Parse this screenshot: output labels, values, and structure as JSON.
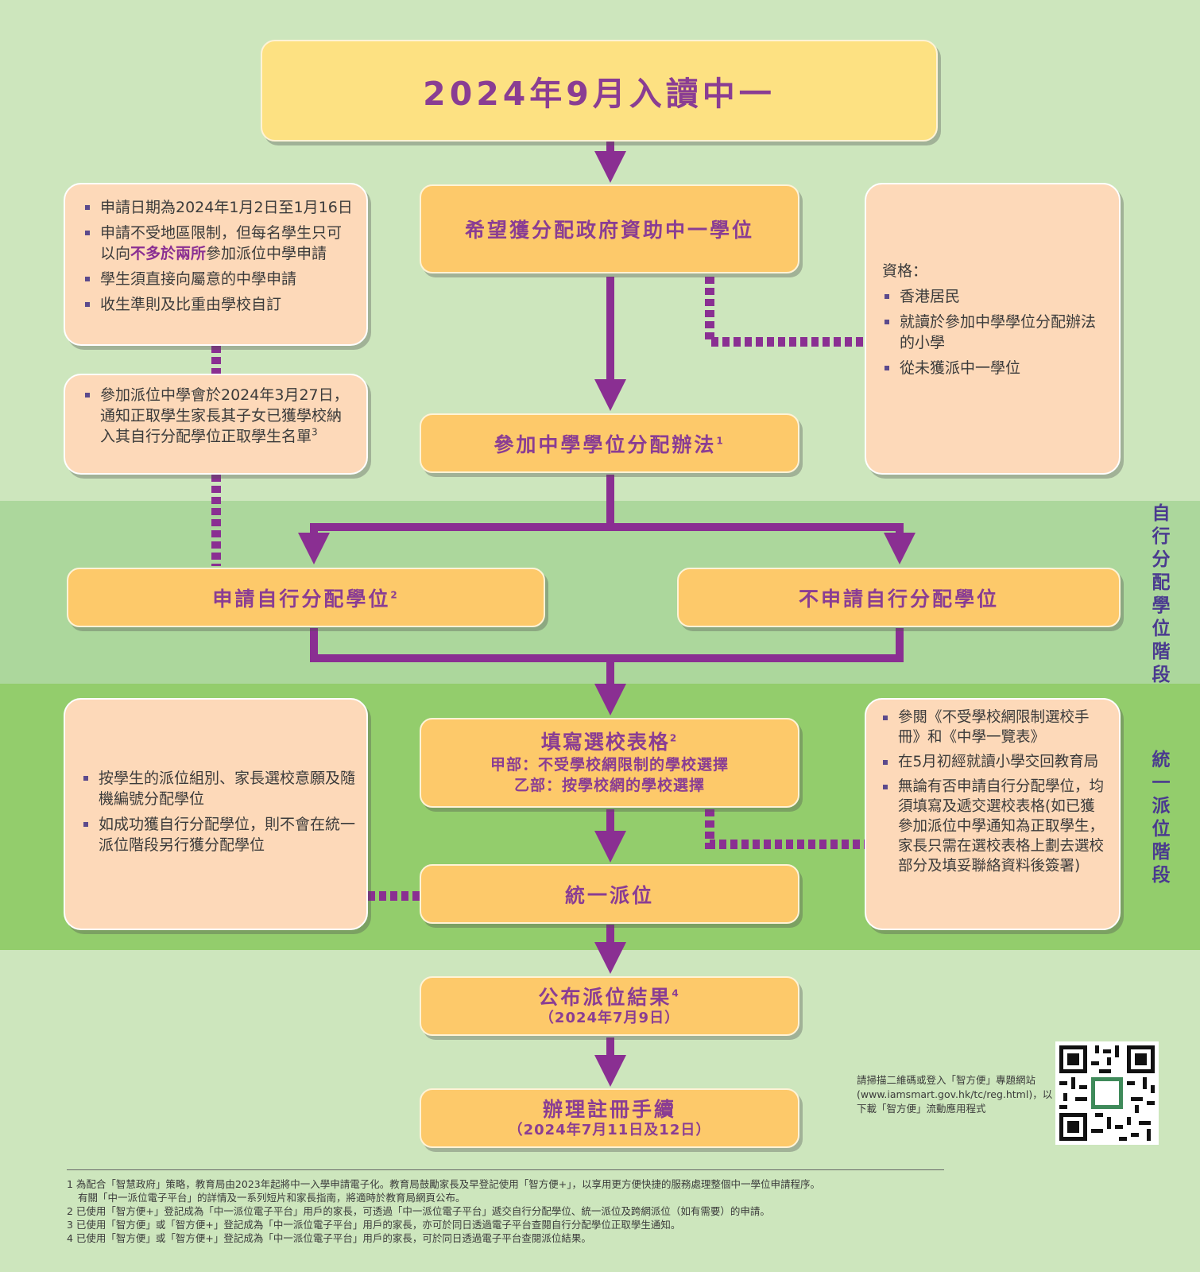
{
  "header": {
    "title": "2024年9月入讀中一"
  },
  "flow": {
    "step1": "希望獲分配政府資助中一學位",
    "step2": "參加中學學位分配辦法",
    "step2_sup": "1",
    "apply_dp": "申請自行分配學位",
    "apply_dp_sup": "2",
    "no_dp": "不申請自行分配學位",
    "choice_form": "填寫選校表格",
    "choice_form_sup": "2",
    "choice_part_a": "甲部：不受學校網限制的學校選擇",
    "choice_part_b": "乙部：按學校網的學校選擇",
    "central": "統一派位",
    "result": "公布派位結果",
    "result_sup": "4",
    "result_date": "（2024年7月9日）",
    "register": "辦理註冊手續",
    "register_date": "（2024年7月11日及12日）"
  },
  "notes": {
    "apply_info": {
      "item1": "申請日期為2024年1月2日至1月16日",
      "item2_pre": "申請不受地區限制，但每名學生只可以向",
      "item2_hl": "不多於兩所",
      "item2_post": "參加派位中學申請",
      "item3": "學生須直接向屬意的中學申請",
      "item4": "收生準則及比重由學校自訂"
    },
    "notify": {
      "text": "參加派位中學會於2024年3月27日，通知正取學生家長其子女已獲學校納入其自行分配學位正取學生名單",
      "sup": "3"
    },
    "eligibility": {
      "title": "資格：",
      "items": [
        "香港居民",
        "就讀於參加中學學位分配辦法的小學",
        "從未獲派中一學位"
      ]
    },
    "allocation": {
      "items": [
        "按學生的派位組別、家長選校意願及隨機編號分配學位",
        "如成功獲自行分配學位，則不會在統一派位階段另行獲分配學位"
      ]
    },
    "form_info": {
      "items": [
        "參閱《不受學校網限制選校手冊》和《中學一覽表》",
        "在5月初經就讀小學交回教育局",
        "無論有否申請自行分配學位，均須填寫及遞交選校表格(如已獲參加派位中學通知為正取學生，家長只需在選校表格上劃去選校部分及填妥聯絡資料後簽署)"
      ]
    }
  },
  "stages": {
    "dp": "自行分配學位階段",
    "cp": "統一派位階段"
  },
  "qr": {
    "text": "請掃描二維碼或登入「智方便」專題網站(www.iamsmart.gov.hk/tc/reg.html)，以下載「智方便」流動應用程式"
  },
  "footnotes": [
    "1 為配合「智慧政府」策略，教育局由2023年起將中一入學申請電子化。教育局鼓勵家長及早登記使用「智方便+」，以享用更方便快捷的服務處理整個中一學位申請程序。",
    "有關「中一派位電子平台」的詳情及一系列短片和家長指南，將適時於教育局網頁公布。",
    "2 已使用「智方便+」登記成為「中一派位電子平台」用戶的家長，可透過「中一派位電子平台」遞交自行分配學位、統一派位及跨網派位（如有需要）的申請。",
    "3 已使用「智方便」或「智方便+」登記成為「中一派位電子平台」用戶的家長，亦可於同日透過電子平台查閱自行分配學位正取學生通知。",
    "4 已使用「智方便」或「智方便+」登記成為「中一派位電子平台」用戶的家長，可於同日透過電子平台查閱派位結果。"
  ],
  "colors": {
    "purple": "#8a2f92",
    "box": "#fdc96a",
    "note": "#fdd9b9",
    "header": "#fde182"
  }
}
